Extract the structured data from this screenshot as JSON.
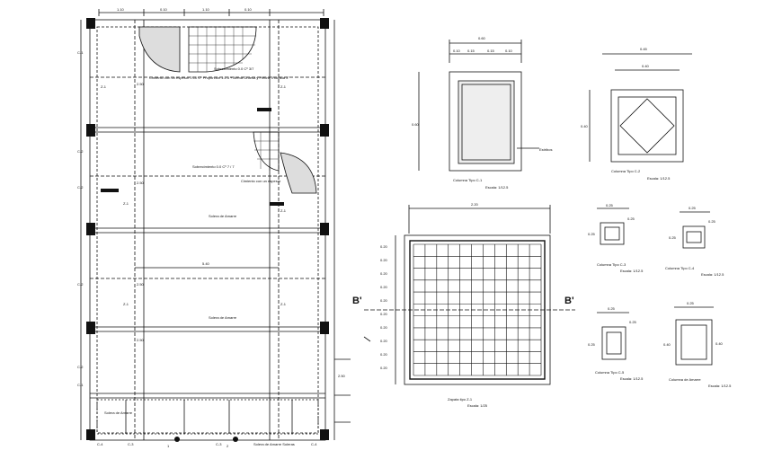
{
  "plan": {
    "top_dims": [
      "1.10",
      "0.10",
      "1.10",
      "0.10"
    ],
    "axis_labels": [
      "C-1",
      "C-2",
      "C-2",
      "C-2",
      "C-2",
      "C-1"
    ],
    "beam_labels": [
      "Z-1",
      "Z-1",
      "Z-1",
      "Z-1",
      "Z-1",
      "Z-1"
    ],
    "span_dims": [
      "2.50",
      "2.50",
      "2.50",
      "2.50",
      "2.50"
    ],
    "bottom_axis_labels": [
      "C-4",
      "C-3",
      "C-3",
      "C-4"
    ],
    "bottom_bubbles": [
      "1",
      "2"
    ],
    "width_dim": "5.40",
    "note_top_left": "Cimiento con un espesor 0.10 Cº Proporción 1:2.5 + Arena Gruesa y Piedra Triturada 3\"",
    "note_top_right": "Sobrecimiento 0.0 Cº 3/7",
    "note_mid_left": "Sobrecimiento 0.0 Cº 7 / 7",
    "note_mid_right": "Cimiento con un espesor",
    "note_viga_1": "Solera de Amarre",
    "note_viga_2": "Solera de Amarre",
    "note_bottom_1": "Solera de Amarre",
    "note_bottom_2": "Solera de Amarre Soleras"
  },
  "column_large": {
    "top_dim": "0.60",
    "sub_dims": [
      "0.10",
      "0.15",
      "0.15",
      "0.10"
    ],
    "side_dim": "0.60",
    "title": "Columna Tipo C-1",
    "scale": "Escala: 1/12.5",
    "callout": "Estribos"
  },
  "column_diamond": {
    "top_dim": "0.45",
    "sub_dim": "0.40",
    "side_dim": "0.40",
    "title": "Columna Tipo C-2",
    "scale": "Escala: 1/12.5"
  },
  "footing": {
    "top_dim": "2.20",
    "left_dims": [
      "0.20",
      "0.20",
      "0.20",
      "0.20",
      "0.20",
      "0.20",
      "0.20",
      "0.20",
      "0.20",
      "0.20"
    ],
    "section_marker": "B'",
    "title": "Zapata tipo Z-1",
    "scale": "Escala: 1/25"
  },
  "small_columns": [
    {
      "title": "Columna Tipo C-3",
      "scale": "Escala: 1/12.5",
      "dims": [
        "0.25",
        "0.25",
        "0.25"
      ]
    },
    {
      "title": "Columna Tipo C-4",
      "scale": "Escala: 1/12.5",
      "dims": [
        "0.25",
        "0.25",
        "0.25"
      ]
    },
    {
      "title": "Columna Tipo C-5",
      "scale": "Escala: 1/12.5",
      "dims": [
        "0.25",
        "0.25",
        "0.25"
      ]
    },
    {
      "title": "Columna de Amarre",
      "scale": "Escala: 1/12.5",
      "dims": [
        "0.25",
        "0.40",
        "0.40"
      ]
    }
  ],
  "colors": {
    "ink": "#111111",
    "paper": "#ffffff",
    "hatch": "#555555"
  }
}
